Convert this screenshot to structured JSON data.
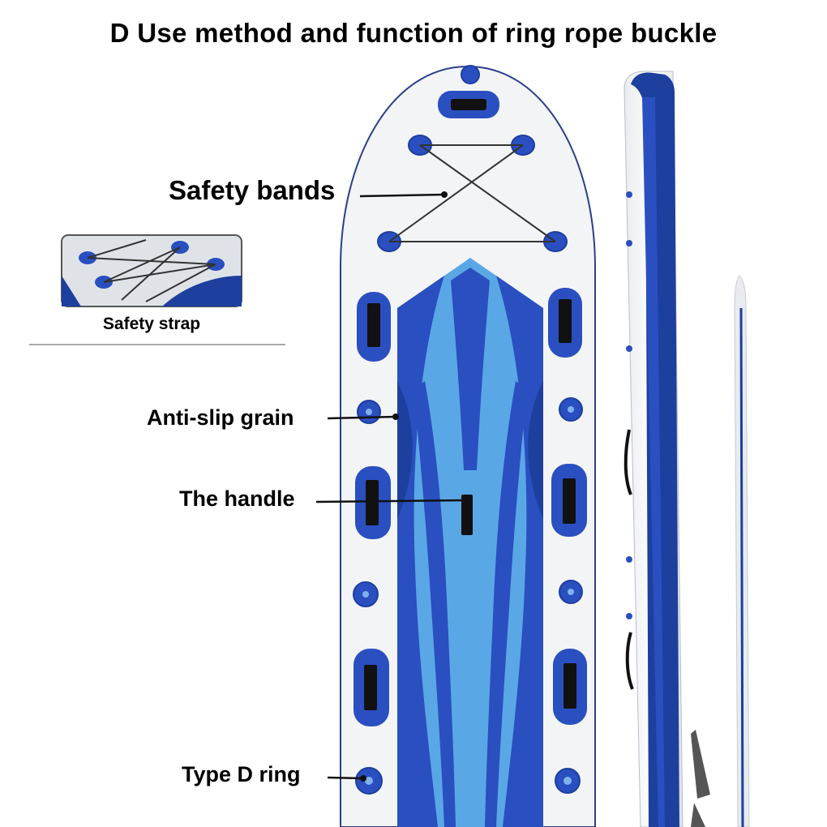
{
  "title": "D Use method and function of ring rope buckle",
  "labels": {
    "safety_bands": "Safety bands",
    "anti_slip": "Anti-slip grain",
    "handle": "The handle",
    "d_ring": "Type D ring"
  },
  "inset": {
    "caption": "Safety strap"
  },
  "colors": {
    "board_white": "#f3f4f6",
    "navy": "#1d3f9e",
    "royal_blue": "#2a4fc0",
    "light_blue": "#5aa7e6",
    "black": "#111111"
  }
}
